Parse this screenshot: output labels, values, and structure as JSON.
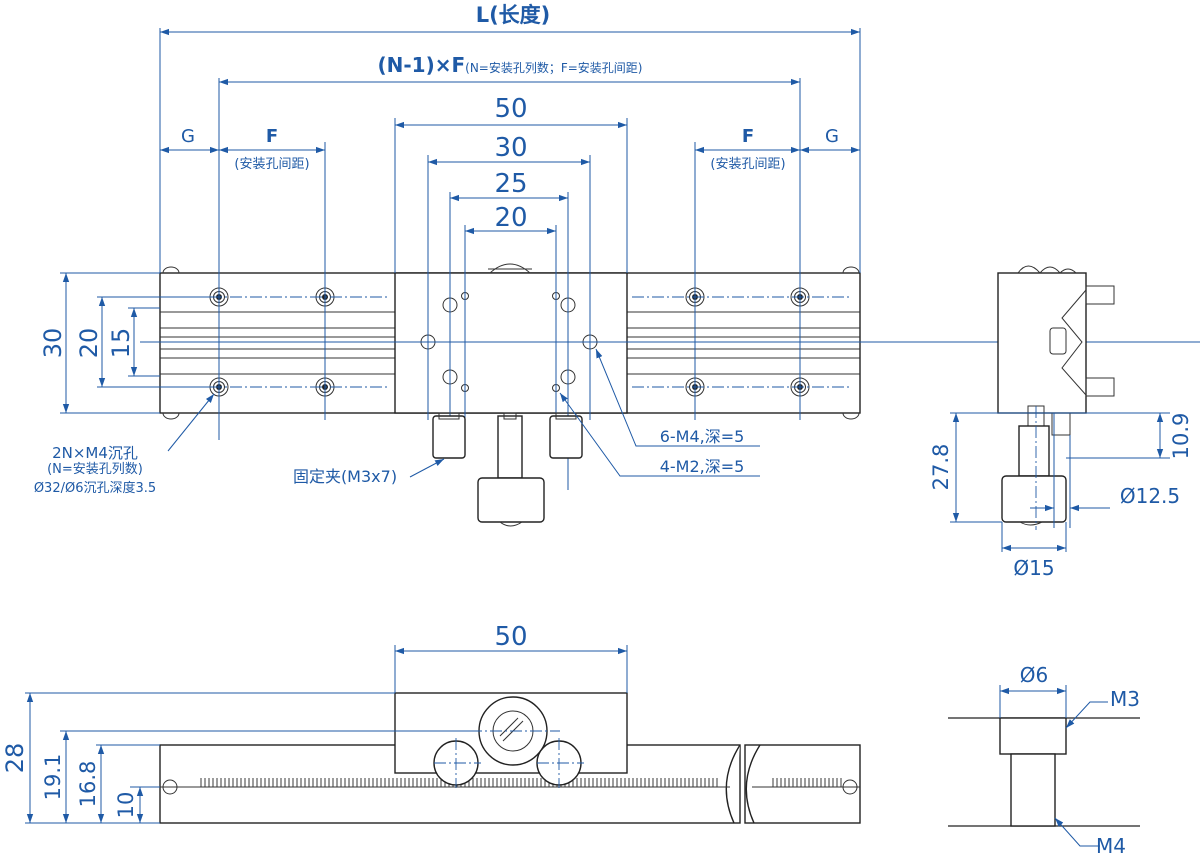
{
  "top_view": {
    "length_label": "L(长度)",
    "pitch_label_main": "(N-1)×F",
    "pitch_label_note": "(N=安装孔列数；F=安装孔间距)",
    "dim_50": "50",
    "dim_30": "30",
    "dim_25": "25",
    "dim_20": "20",
    "g_left": "G",
    "g_right": "G",
    "f_left": "F",
    "f_left_note": "(安装孔间距)",
    "f_right": "F",
    "f_right_note": "(安装孔间距)",
    "height_30": "30",
    "height_20": "20",
    "height_15": "15",
    "counterbore_title": "2N×M4沉孔",
    "counterbore_note": "(N=安装孔列数)",
    "counterbore_spec": "Ø32/Ø6沉孔深度3.5",
    "clamp_label": "固定夹(M3x7)",
    "holes_m4": "6-M4,深=5",
    "holes_m2": "4-M2,深=5"
  },
  "side_view": {
    "dim_10_9": "10.9",
    "dim_27_8": "27.8",
    "dim_phi_12_5": "Ø12.5",
    "dim_phi_15": "Ø15"
  },
  "front_view": {
    "dim_50": "50",
    "h_28": "28",
    "h_19_1": "19.1",
    "h_16_8": "16.8",
    "h_10": "10"
  },
  "detail_view": {
    "dim_phi_6": "Ø6",
    "thread_m3": "M3",
    "thread_m4": "M4"
  },
  "colors": {
    "dimension": "#1f5aa6",
    "outline": "#222222"
  }
}
